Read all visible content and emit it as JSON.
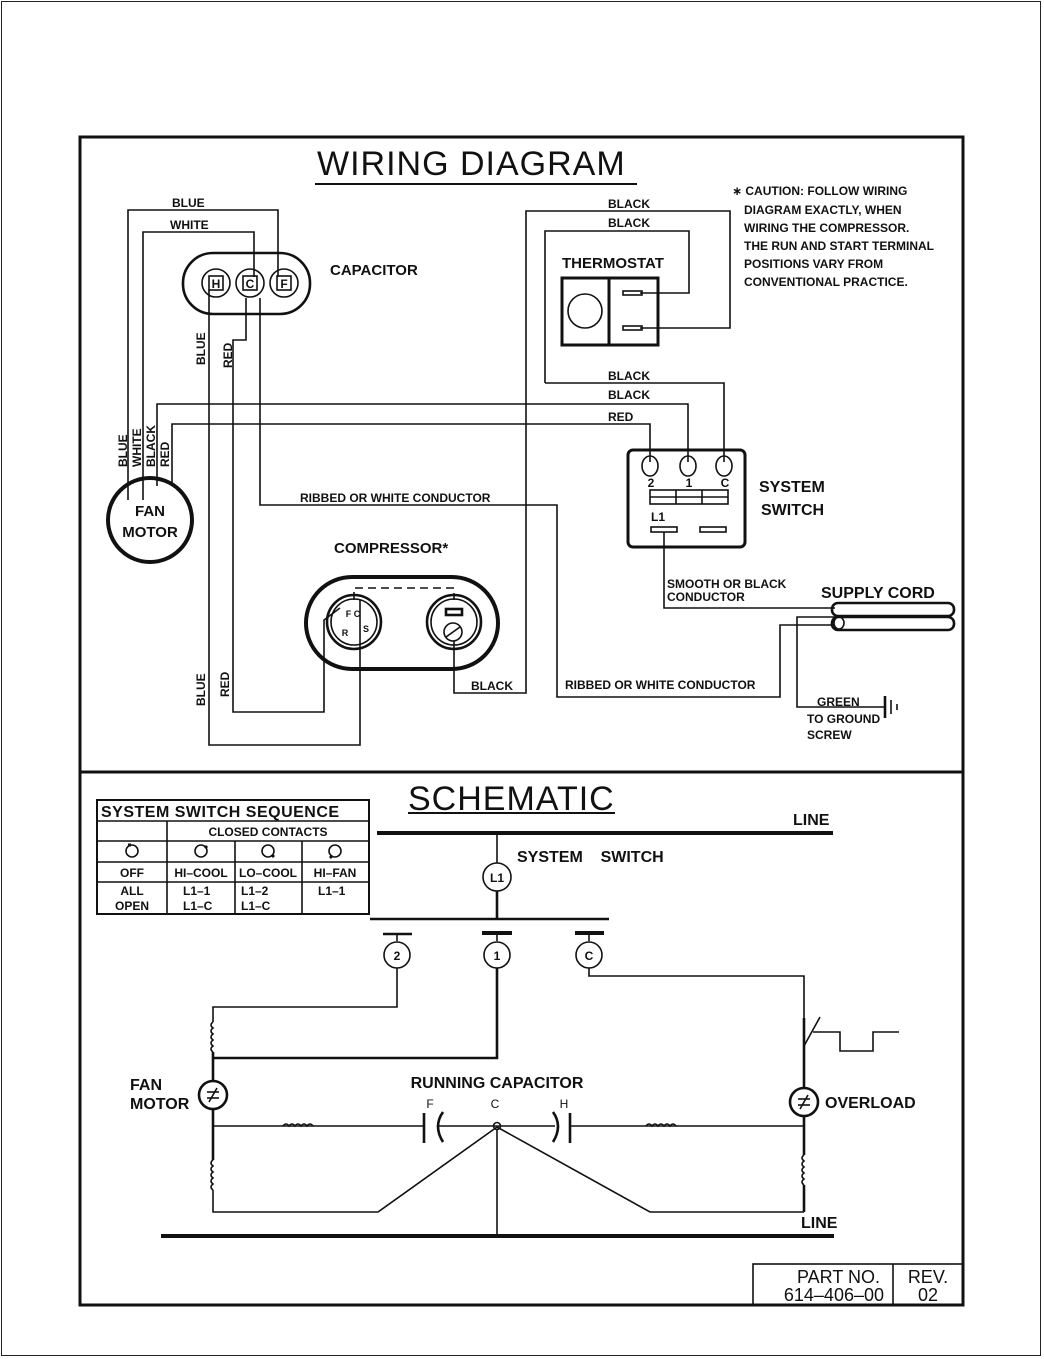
{
  "wiring_diagram": {
    "title": "WIRING DIAGRAM",
    "components": {
      "capacitor": {
        "label": "CAPACITOR",
        "terminals": [
          "H",
          "C",
          "F"
        ]
      },
      "fan_motor": {
        "line1": "FAN",
        "line2": "MOTOR"
      },
      "compressor": {
        "label": "COMPRESSOR*"
      },
      "thermostat": {
        "label": "THERMOSTAT"
      },
      "system_switch": {
        "line1": "SYSTEM",
        "line2": "SWITCH",
        "terminals": [
          "2",
          "1",
          "C"
        ],
        "l1_label": "L1"
      },
      "supply_cord": {
        "label": "SUPPLY CORD"
      }
    },
    "wires": {
      "cap_f_blue": "BLUE",
      "cap_c_white": "WHITE",
      "cap_h_blue": "BLUE",
      "cap_c_red": "RED",
      "fan_blue": "BLUE",
      "fan_white": "WHITE",
      "fan_black": "BLACK",
      "fan_red": "RED",
      "thermo_black_outer": "BLACK",
      "thermo_black_inner": "BLACK",
      "switch_black_c": "BLACK",
      "switch_black_1": "BLACK",
      "switch_red_2": "RED",
      "ribbed_upper": "RIBBED OR WHITE CONDUCTOR",
      "ribbed_lower": "RIBBED OR WHITE CONDUCTOR",
      "comp_black": "BLACK",
      "comp_blue": "BLUE",
      "comp_red": "RED",
      "smooth_line1": "SMOOTH OR BLACK",
      "smooth_line2": "CONDUCTOR",
      "green": "GREEN",
      "ground_line1": "TO GROUND",
      "ground_line2": "SCREW"
    },
    "caution": [
      "∗ CAUTION:  FOLLOW WIRING",
      "DIAGRAM EXACTLY, WHEN",
      "WIRING THE COMPRESSOR.",
      "THE RUN AND START TERMINAL",
      "POSITIONS VARY FROM",
      "CONVENTIONAL PRACTICE."
    ]
  },
  "schematic": {
    "title": "SCHEMATIC",
    "line_top": "LINE",
    "line_bottom": "LINE",
    "system_switch": "SYSTEM    SWITCH",
    "l1": "L1",
    "contacts": [
      "2",
      "1",
      "C"
    ],
    "fan_motor_line1": "FAN",
    "fan_motor_line2": "MOTOR",
    "running_capacitor": "RUNNING  CAPACITOR",
    "cap_terminals": {
      "f": "F",
      "c": "C",
      "h": "H"
    },
    "overload": "OVERLOAD"
  },
  "switch_sequence_table": {
    "title": "SYSTEM  SWITCH  SEQUENCE",
    "subheader": "CLOSED  CONTACTS",
    "columns": [
      {
        "icon": "knob-off-icon",
        "mode": "OFF",
        "contacts": [
          "ALL",
          "OPEN"
        ]
      },
      {
        "icon": "knob-hi-cool-icon",
        "mode": "HI–COOL",
        "contacts": [
          "L1–1",
          "L1–C"
        ]
      },
      {
        "icon": "knob-lo-cool-icon",
        "mode": "LO–COOL",
        "contacts": [
          "L1–2",
          "L1–C"
        ]
      },
      {
        "icon": "knob-hi-fan-icon",
        "mode": "HI–FAN",
        "contacts": [
          "L1–1",
          ""
        ]
      }
    ]
  },
  "title_block": {
    "part_no_label": "PART NO.",
    "part_no": "614–406–00",
    "rev_label": "REV.",
    "rev": "02"
  }
}
